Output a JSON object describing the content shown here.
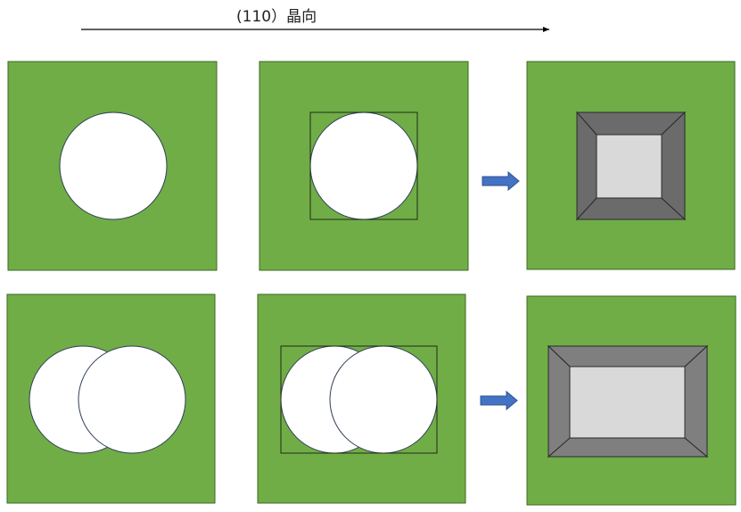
{
  "header": {
    "orientation_label": "(110）晶向"
  },
  "colors": {
    "substrate_green": "#70ad47",
    "arrow_blue": "#4472c4",
    "pit_wall_dark": "#6b6b6b",
    "pit_wall_light": "#7f7f7f",
    "pit_bottom": "#d9d9d9"
  },
  "rows": [
    {
      "name": "single-circle-row",
      "steps": [
        "circular-opening",
        "bounding-box-mask",
        "square-etch-pit"
      ]
    },
    {
      "name": "double-circle-row",
      "steps": [
        "overlapping-circles-opening",
        "bounding-box-mask",
        "rectangular-etch-pit"
      ]
    }
  ]
}
